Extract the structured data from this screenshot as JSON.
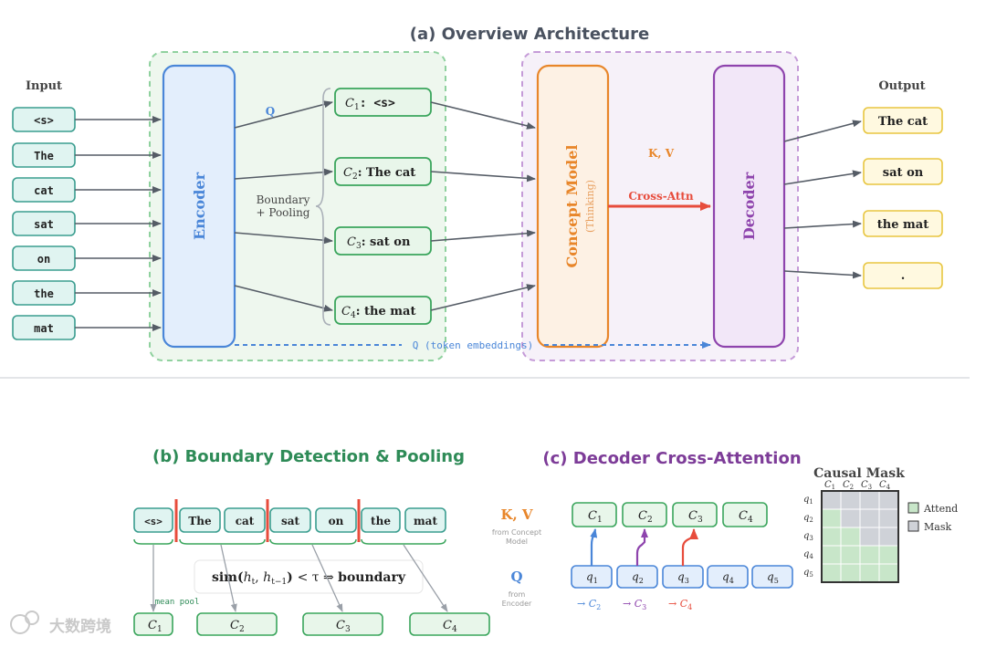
{
  "overview": {
    "title": "(a) Overview Architecture",
    "input_label": "Input",
    "output_label": "Output",
    "inputs": [
      "<s>",
      "The",
      "cat",
      "sat",
      "on",
      "the",
      "mat"
    ],
    "encoder": "Encoder",
    "q_label": "Q",
    "boundary_line1": "Boundary",
    "boundary_line2": "+ Pooling",
    "concepts": [
      {
        "sym": "C",
        "sub": "1",
        "text": ": <s>"
      },
      {
        "sym": "C",
        "sub": "2",
        "text": ": The cat"
      },
      {
        "sym": "C",
        "sub": "3",
        "text": ": sat on"
      },
      {
        "sym": "C",
        "sub": "4",
        "text": ": the mat"
      }
    ],
    "concept_model": "Concept Model",
    "thinking": "(Thinking)",
    "kv_label": "K, V",
    "cross_attn": "Cross-Attn",
    "decoder": "Decoder",
    "q_token_embeddings": "Q (token embeddings)",
    "outputs": [
      "The cat",
      "sat on",
      "the mat",
      "."
    ]
  },
  "boundary": {
    "title": "(b) Boundary Detection & Pooling",
    "tokens": [
      "<s>",
      "The",
      "cat",
      "sat",
      "on",
      "the",
      "mat"
    ],
    "formula_sim": "sim(h",
    "formula": "sim(h_t, h_{t−1}) < τ ⇒ boundary",
    "mean_pool": "mean pool",
    "concepts": [
      "C1",
      "C2",
      "C3",
      "C4"
    ]
  },
  "cross_attention": {
    "title": "(c) Decoder Cross-Attention",
    "kv_label": "K, V",
    "kv_from_1": "from Concept",
    "kv_from_2": "Model",
    "q_label": "Q",
    "q_from_1": "from",
    "q_from_2": "Encoder",
    "concepts": [
      "C1",
      "C2",
      "C3",
      "C4"
    ],
    "queries": [
      "q1",
      "q2",
      "q3",
      "q4",
      "q5"
    ],
    "arrows": [
      "→ C2",
      "→ C3",
      "→ C4"
    ]
  },
  "causal_mask": {
    "title": "Causal Mask",
    "cols": [
      "C1",
      "C2",
      "C3",
      "C4"
    ],
    "rows": [
      "q1",
      "q2",
      "q3",
      "q4",
      "q5"
    ],
    "attend_cells": [
      [
        false,
        false,
        false,
        false
      ],
      [
        true,
        false,
        false,
        false
      ],
      [
        true,
        true,
        false,
        false
      ],
      [
        true,
        true,
        true,
        true
      ],
      [
        true,
        true,
        true,
        true
      ]
    ],
    "legend_attend": "Attend",
    "legend_mask": "Mask",
    "attend_color": "#c8e6c9",
    "mask_color": "#cfd2d8"
  },
  "watermark": "大数跨境",
  "colors": {
    "encoder": "#4a86d8",
    "concept_model": "#e8862a",
    "decoder": "#8e44ad",
    "cross_attn": "#e74c3c",
    "green": "#2e8b57",
    "teal": "#3a9d8f"
  }
}
